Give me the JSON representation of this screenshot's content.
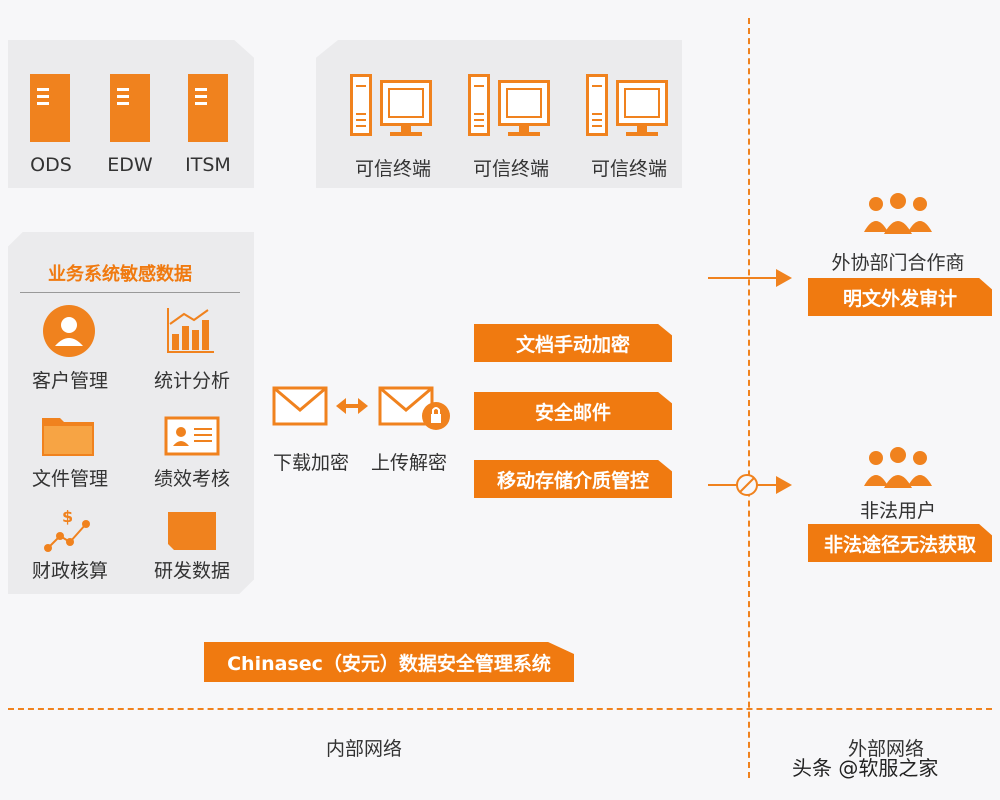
{
  "servers": [
    {
      "label": "ODS"
    },
    {
      "label": "EDW"
    },
    {
      "label": "ITSM"
    }
  ],
  "terminals": [
    {
      "label": "可信终端"
    },
    {
      "label": "可信终端"
    },
    {
      "label": "可信终端"
    }
  ],
  "business": {
    "title": "业务系统敏感数据",
    "items": [
      {
        "label": "客户管理",
        "icon": "customer-icon"
      },
      {
        "label": "统计分析",
        "icon": "bar-chart-icon"
      },
      {
        "label": "文件管理",
        "icon": "folder-icon"
      },
      {
        "label": "绩效考核",
        "icon": "id-card-icon"
      },
      {
        "label": "财政核算",
        "icon": "finance-icon"
      },
      {
        "label": "研发数据",
        "icon": "rd-data-icon"
      }
    ]
  },
  "mail_flow": {
    "left_label": "下载加密",
    "right_label": "上传解密"
  },
  "features": [
    {
      "label": "文档手动加密"
    },
    {
      "label": "安全邮件"
    },
    {
      "label": "移动存储介质管控"
    }
  ],
  "system_label": "Chinasec（安元）数据安全管理系统",
  "external": {
    "partner": {
      "label": "外协部门合作商",
      "badge": "明文外发审计"
    },
    "illegal": {
      "label": "非法用户",
      "badge": "非法途径无法获取"
    }
  },
  "zones": {
    "internal": "内部网络",
    "external": "外部网络"
  },
  "watermark": "头条 @软服之家",
  "colors": {
    "accent": "#f0821e",
    "panel": "#ebebed",
    "background": "#f7f7f9"
  }
}
